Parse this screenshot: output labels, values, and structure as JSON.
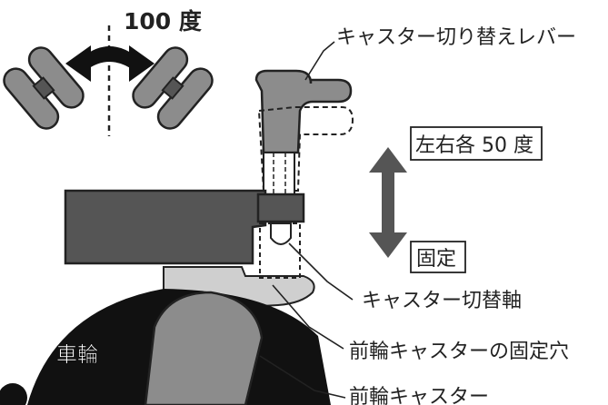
{
  "labels": {
    "rotation_angle": "100 度",
    "switch_lever": "キャスター切り替えレバー",
    "swivel_range": "左右各 50 度",
    "locked": "固定",
    "switch_shaft": "キャスター切替軸",
    "wheel": "車輪",
    "lock_hole": "前輪キャスターの固定穴",
    "front_caster": "前輪キャスター"
  },
  "colors": {
    "dark_gray": "#555555",
    "mid_gray": "#8c8c8c",
    "light_gray": "#cfcfcf",
    "black": "#111111",
    "outline": "#222222"
  }
}
